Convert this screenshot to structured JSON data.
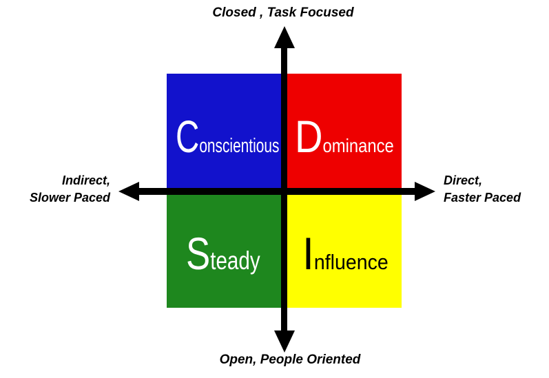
{
  "background": "#ffffff",
  "axis": {
    "color": "#000000",
    "top_label": "Closed , Task Focused",
    "bottom_label": "Open, People Oriented",
    "left_label": [
      "Indirect,",
      "Slower Paced"
    ],
    "right_label": [
      "Direct,",
      "Faster Paced"
    ]
  },
  "quadrants": {
    "top_left": {
      "initial": "C",
      "rest": "onscientious",
      "bg": "#1212cc",
      "text_color": "#ffffff"
    },
    "top_right": {
      "initial": "D",
      "rest": "ominance",
      "bg": "#ee0000",
      "text_color": "#ffffff"
    },
    "bottom_left": {
      "initial": "S",
      "rest": "teady",
      "bg": "#1e871e",
      "text_color": "#ffffff"
    },
    "bottom_right": {
      "initial": "I",
      "rest": "nfluence",
      "bg": "#ffff00",
      "text_color": "#000000"
    }
  }
}
